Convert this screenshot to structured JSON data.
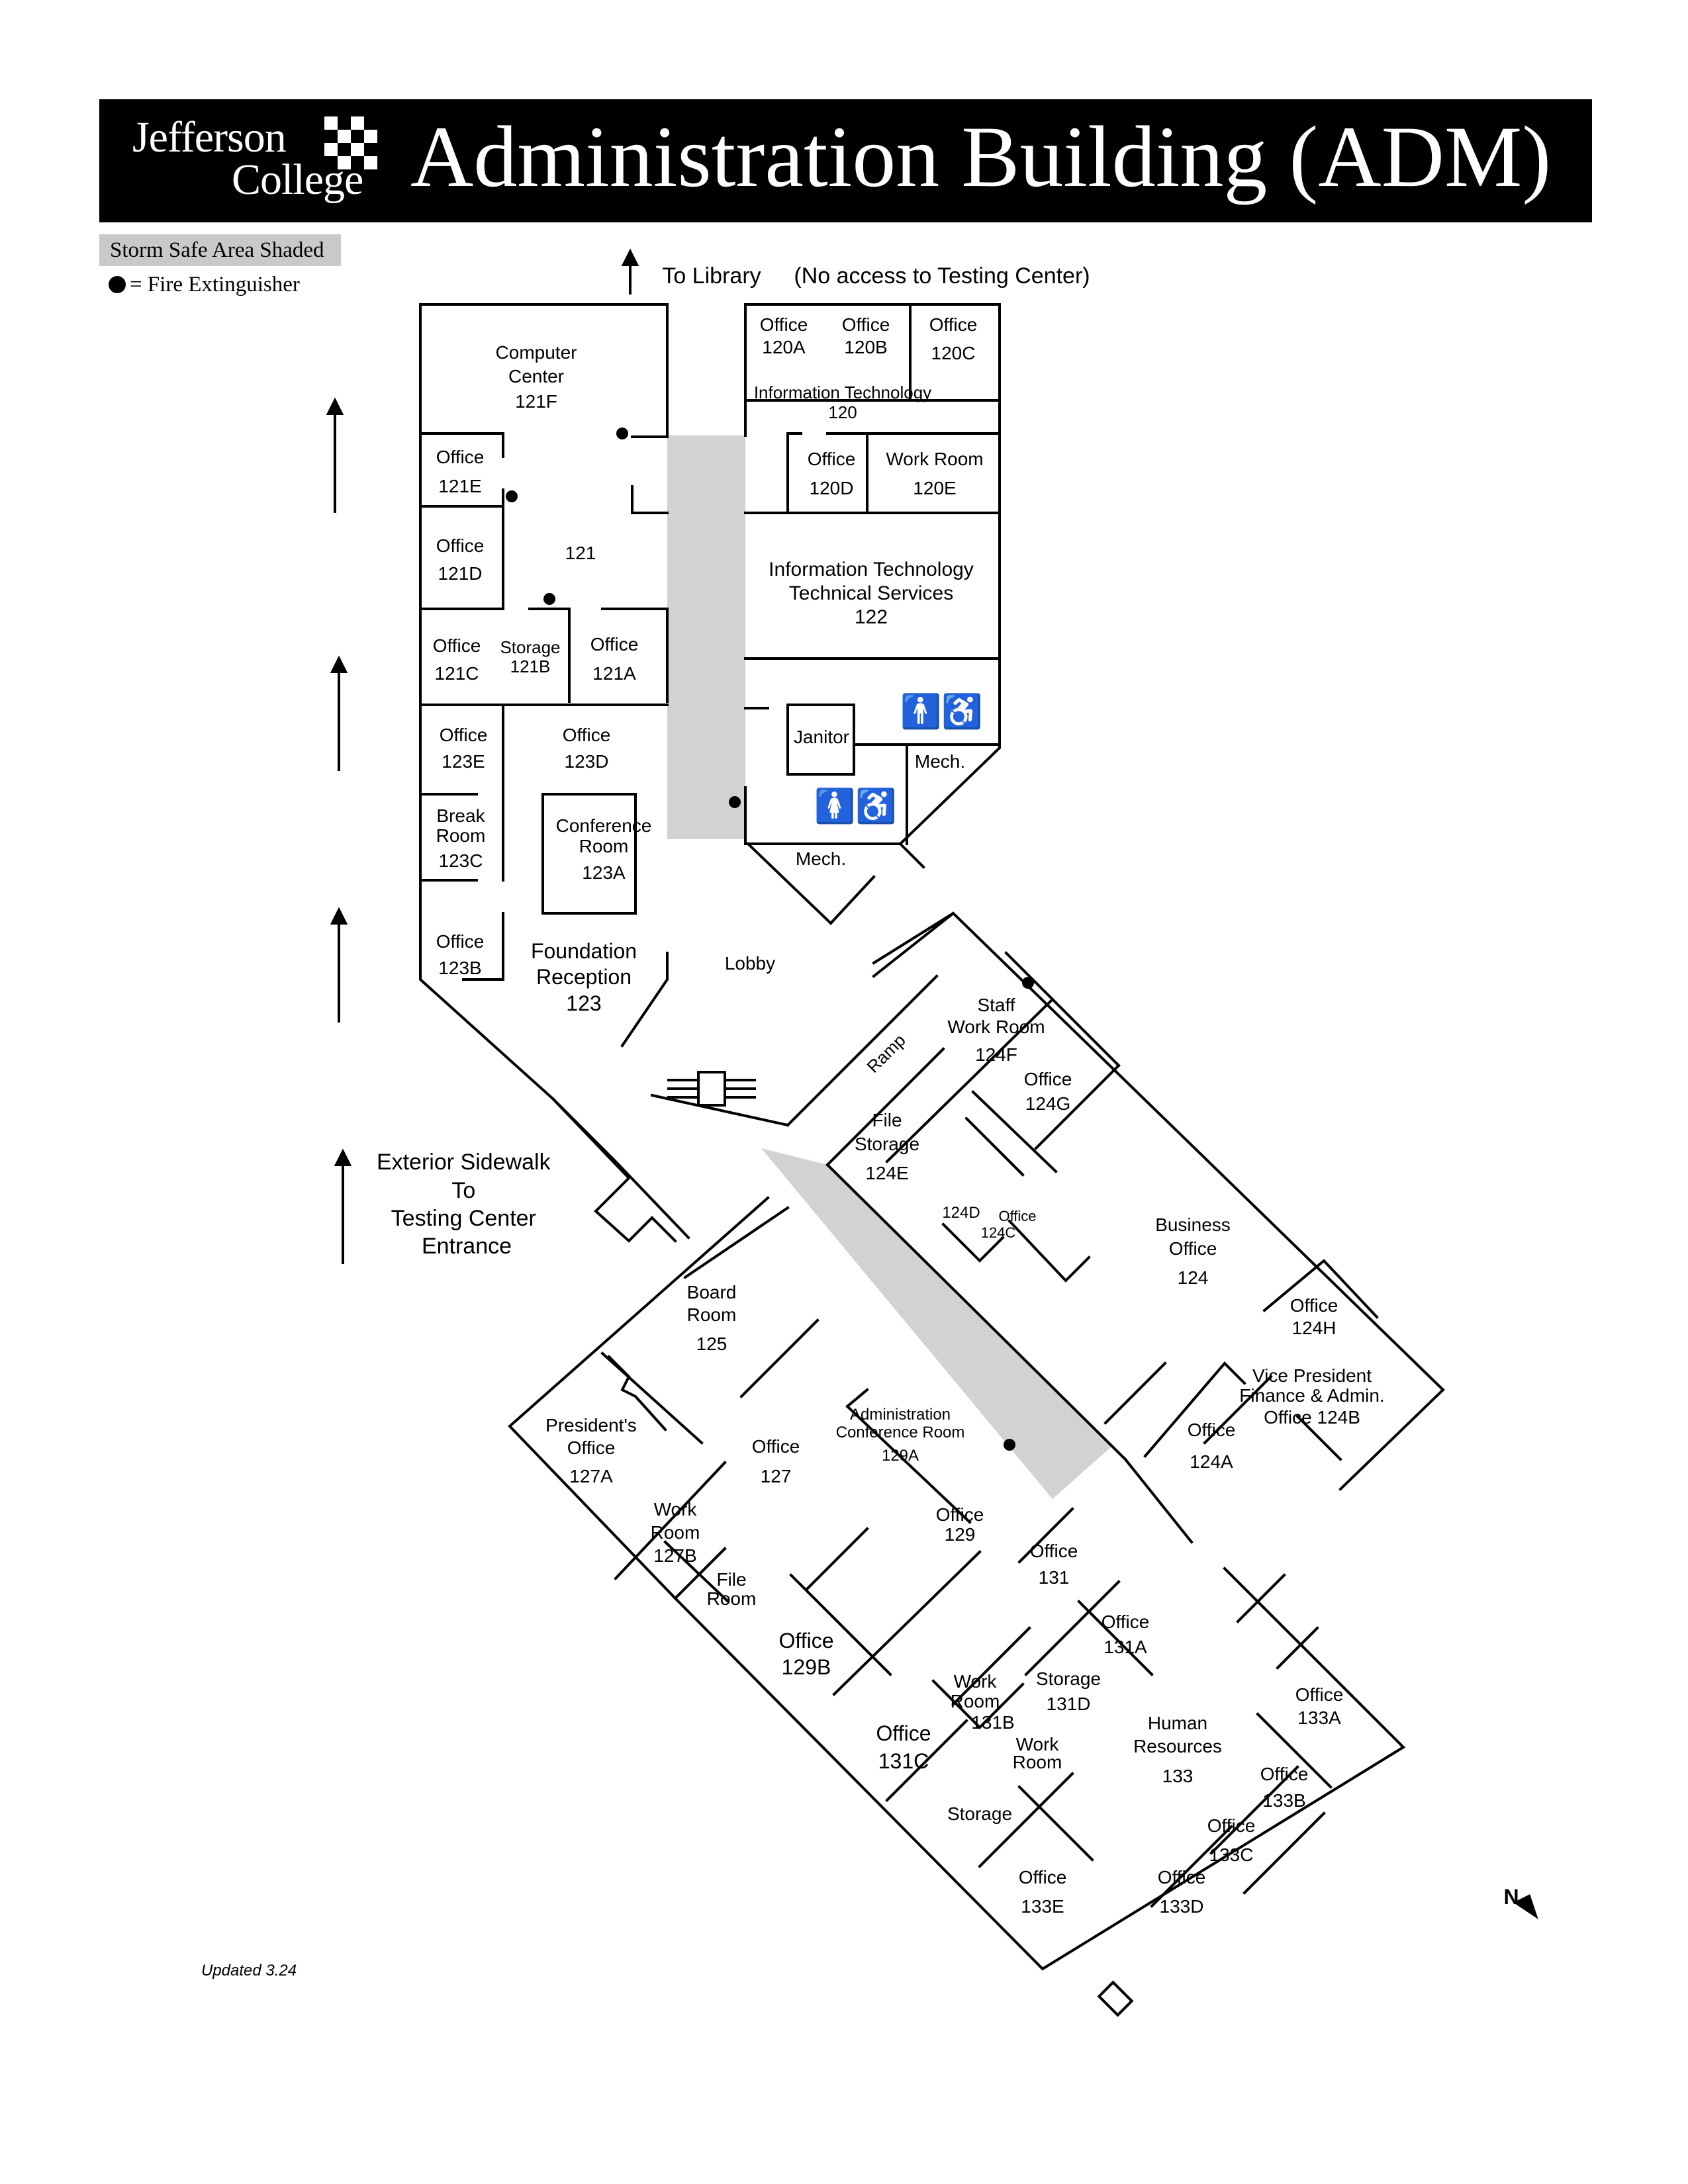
{
  "header": {
    "logo_line1": "Jefferson",
    "logo_line2": "College",
    "title": "Administration Building (ADM)"
  },
  "legend": {
    "storm_safe": "Storm Safe Area Shaded",
    "fire_extinguisher": "= Fire Extinguisher"
  },
  "map": {
    "to_library": "To Library",
    "no_access": "(No access to Testing Center)",
    "exterior_sidewalk": [
      "Exterior Sidewalk",
      "To",
      "Testing Center",
      "Entrance"
    ],
    "north": "N",
    "lobby": "Lobby",
    "ramp": "Ramp"
  },
  "rooms": {
    "r121f": [
      "Computer",
      "Center",
      "121F"
    ],
    "r121e": [
      "Office",
      "121E"
    ],
    "r121d": [
      "Office",
      "121D"
    ],
    "r121": [
      "121"
    ],
    "r121c": [
      "Office",
      "121C"
    ],
    "r121b": [
      "Storage",
      "121B"
    ],
    "r121a": [
      "Office",
      "121A"
    ],
    "r123e": [
      "Office",
      "123E"
    ],
    "r123d": [
      "Office",
      "123D"
    ],
    "r123c": [
      "Break",
      "Room",
      "123C"
    ],
    "r123a": [
      "Conference",
      "Room",
      "123A"
    ],
    "r123b": [
      "Office",
      "123B"
    ],
    "r123": [
      "Foundation",
      "Reception",
      "123"
    ],
    "r120a": [
      "Office",
      "120A"
    ],
    "r120b": [
      "Office",
      "120B"
    ],
    "r120c": [
      "Office",
      "120C"
    ],
    "r120": [
      "Information Technology",
      "120"
    ],
    "r120d": [
      "Office",
      "120D"
    ],
    "r120e": [
      "Work Room",
      "120E"
    ],
    "r122": [
      "Information Technology",
      "Technical Services",
      "122"
    ],
    "janitor": [
      "Janitor"
    ],
    "mech1": [
      "Mech."
    ],
    "mech2": [
      "Mech."
    ],
    "r124f": [
      "Staff",
      "Work Room",
      "124F"
    ],
    "r124g": [
      "Office",
      "124G"
    ],
    "r124e": [
      "File",
      "Storage",
      "124E"
    ],
    "r124d": [
      "124D"
    ],
    "r124c": [
      "Office",
      "124C"
    ],
    "r124": [
      "Business",
      "Office",
      "124"
    ],
    "r124h": [
      "Office",
      "124H"
    ],
    "r124b": [
      "Vice President",
      "Finance & Admin.",
      "Office 124B"
    ],
    "r124a": [
      "Office",
      "124A"
    ],
    "r125": [
      "Board",
      "Room",
      "125"
    ],
    "r129a": [
      "Administration",
      "Conference Room",
      "129A"
    ],
    "r127a": [
      "President's",
      "Office",
      "127A"
    ],
    "r127": [
      "Office",
      "127"
    ],
    "r127b": [
      "Work",
      "Room",
      "127B"
    ],
    "fileroom": [
      "File",
      "Room"
    ],
    "r129": [
      "Office",
      "129"
    ],
    "r131": [
      "Office",
      "131"
    ],
    "r129b": [
      "Office",
      "129B"
    ],
    "r131a": [
      "Office",
      "131A"
    ],
    "r131b": [
      "Work",
      "Room",
      "131B"
    ],
    "r131d": [
      "Storage",
      "131D"
    ],
    "workroom": [
      "Work",
      "Room"
    ],
    "r131c": [
      "Office",
      "131C"
    ],
    "r133": [
      "Human",
      "Resources",
      "133"
    ],
    "r133a": [
      "Office",
      "133A"
    ],
    "r133b": [
      "Office",
      "133B"
    ],
    "r133c": [
      "Office",
      "133C"
    ],
    "storage": [
      "Storage"
    ],
    "r133e": [
      "Office",
      "133E"
    ],
    "r133d": [
      "Office",
      "133D"
    ]
  },
  "footer": {
    "updated": "Updated 3.24"
  }
}
